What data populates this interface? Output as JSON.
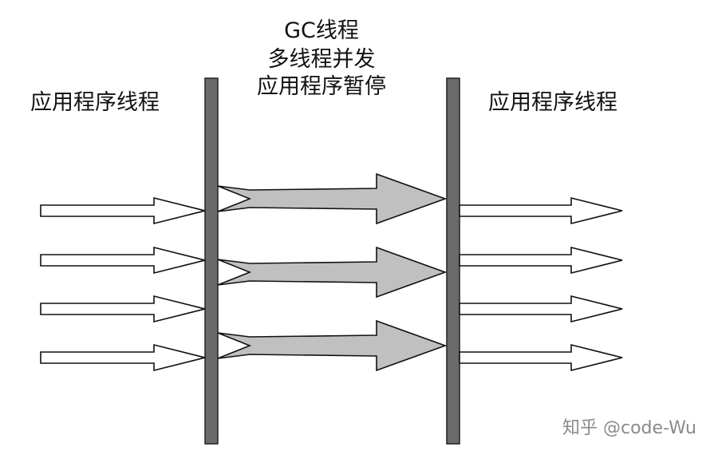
{
  "labels": {
    "left": "应用程序线程",
    "center_line1": "GC线程",
    "center_line2": "多线程并发",
    "center_line3": "应用程序暂停",
    "right": "应用程序线程"
  },
  "watermark": "知乎 @code-Wu",
  "colors": {
    "bar": "#6a6a6a",
    "bar_stroke": "#222222",
    "gc_arrow_fill": "#c0c0c0",
    "app_arrow_fill": "#ffffff",
    "stroke": "#111111"
  },
  "diagram": {
    "app_threads_count": 4,
    "gc_threads_count": 3
  }
}
